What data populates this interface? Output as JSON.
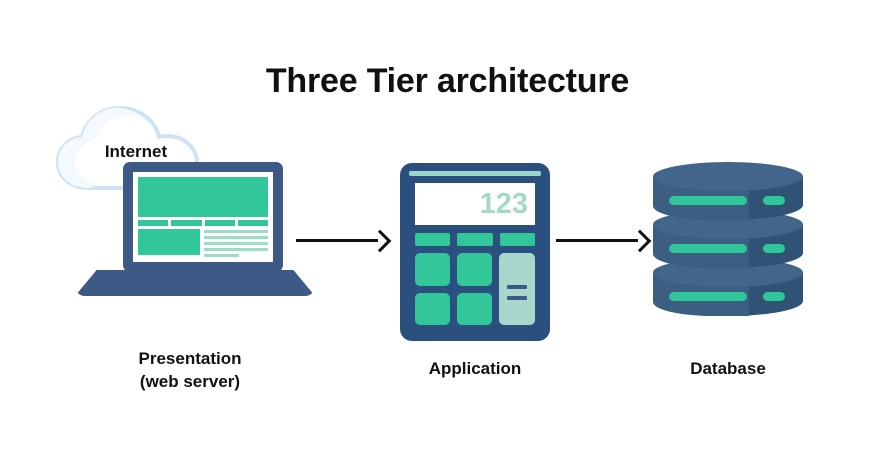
{
  "diagram": {
    "title": "Three Tier architecture",
    "background_color": "#ffffff",
    "palette": {
      "navy": "#3d5a87",
      "deep_navy": "#2b4f7e",
      "slate_navy": "#2f5276",
      "green": "#32c79a",
      "light_mint": "#a8d8cb",
      "pale_teal": "#9cddc7",
      "text": "#111111",
      "cloud_outline": "#cfe3f3"
    }
  },
  "tiers": [
    {
      "id": "presentation",
      "caption": "Presentation\n(web server)",
      "icon_name": "laptop-icon",
      "cloud": {
        "label": "Internet",
        "icon_name": "cloud-icon"
      },
      "screen": {
        "hero_block": "hero-block",
        "nav_items": 4,
        "text_lines": 5
      }
    },
    {
      "id": "application",
      "caption": "Application",
      "icon_name": "calculator-icon",
      "calculator": {
        "display_value": "123",
        "function_keys": 3,
        "number_keys": 4,
        "equals_key_label": "="
      }
    },
    {
      "id": "database",
      "caption": "Database",
      "icon_name": "database-icon",
      "database": {
        "tiers": 3
      }
    }
  ],
  "arrows": [
    {
      "id": "presentation-to-application",
      "from": "presentation",
      "to": "application",
      "direction": "right"
    },
    {
      "id": "application-to-database",
      "from": "application",
      "to": "database",
      "direction": "right"
    }
  ]
}
